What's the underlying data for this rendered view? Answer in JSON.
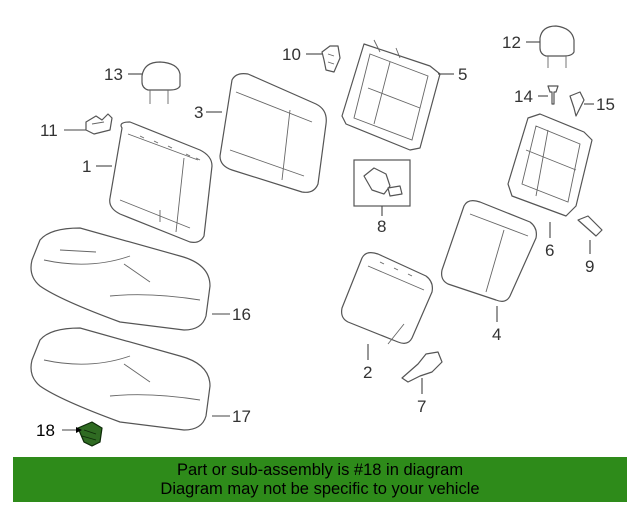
{
  "callouts": {
    "c1": "1",
    "c2": "2",
    "c3": "3",
    "c4": "4",
    "c5": "5",
    "c6": "6",
    "c7": "7",
    "c8": "8",
    "c9": "9",
    "c10": "10",
    "c11": "11",
    "c12": "12",
    "c13": "13",
    "c14": "14",
    "c15": "15",
    "c16": "16",
    "c17": "17",
    "c18": "18"
  },
  "highlight_part": "18",
  "banner": {
    "line1": "Part or sub-assembly is #18 in diagram",
    "line2": "Diagram may not be specific to your vehicle"
  },
  "colors": {
    "banner_bg": "#2e8b1a",
    "highlight_part_fill": "#2f6b22"
  }
}
